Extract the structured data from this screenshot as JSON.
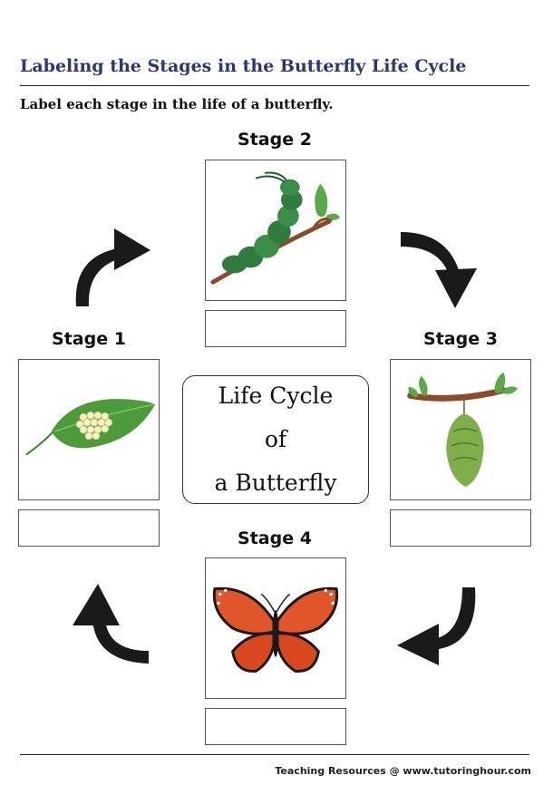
{
  "title": "Labeling the Stages in the Butterfly Life Cycle",
  "instruction": "Label each stage in the life of a butterfly.",
  "stages": [
    {
      "label": "Stage 1",
      "icon": "egg-on-leaf-icon"
    },
    {
      "label": "Stage 2",
      "icon": "caterpillar-icon"
    },
    {
      "label": "Stage 3",
      "icon": "chrysalis-icon"
    },
    {
      "label": "Stage 4",
      "icon": "butterfly-icon"
    }
  ],
  "center": {
    "line1": "Life Cycle",
    "line2": "of",
    "line3": "a Butterfly"
  },
  "footer": "Teaching Resources @ www.tutoringhour.com",
  "colors": {
    "title": "#2e3572",
    "leaf": "#4c9a3a",
    "caterpillar": "#2f7d3e",
    "butterfly_wing": "#e0562a",
    "arrow": "#1a1a1a"
  }
}
